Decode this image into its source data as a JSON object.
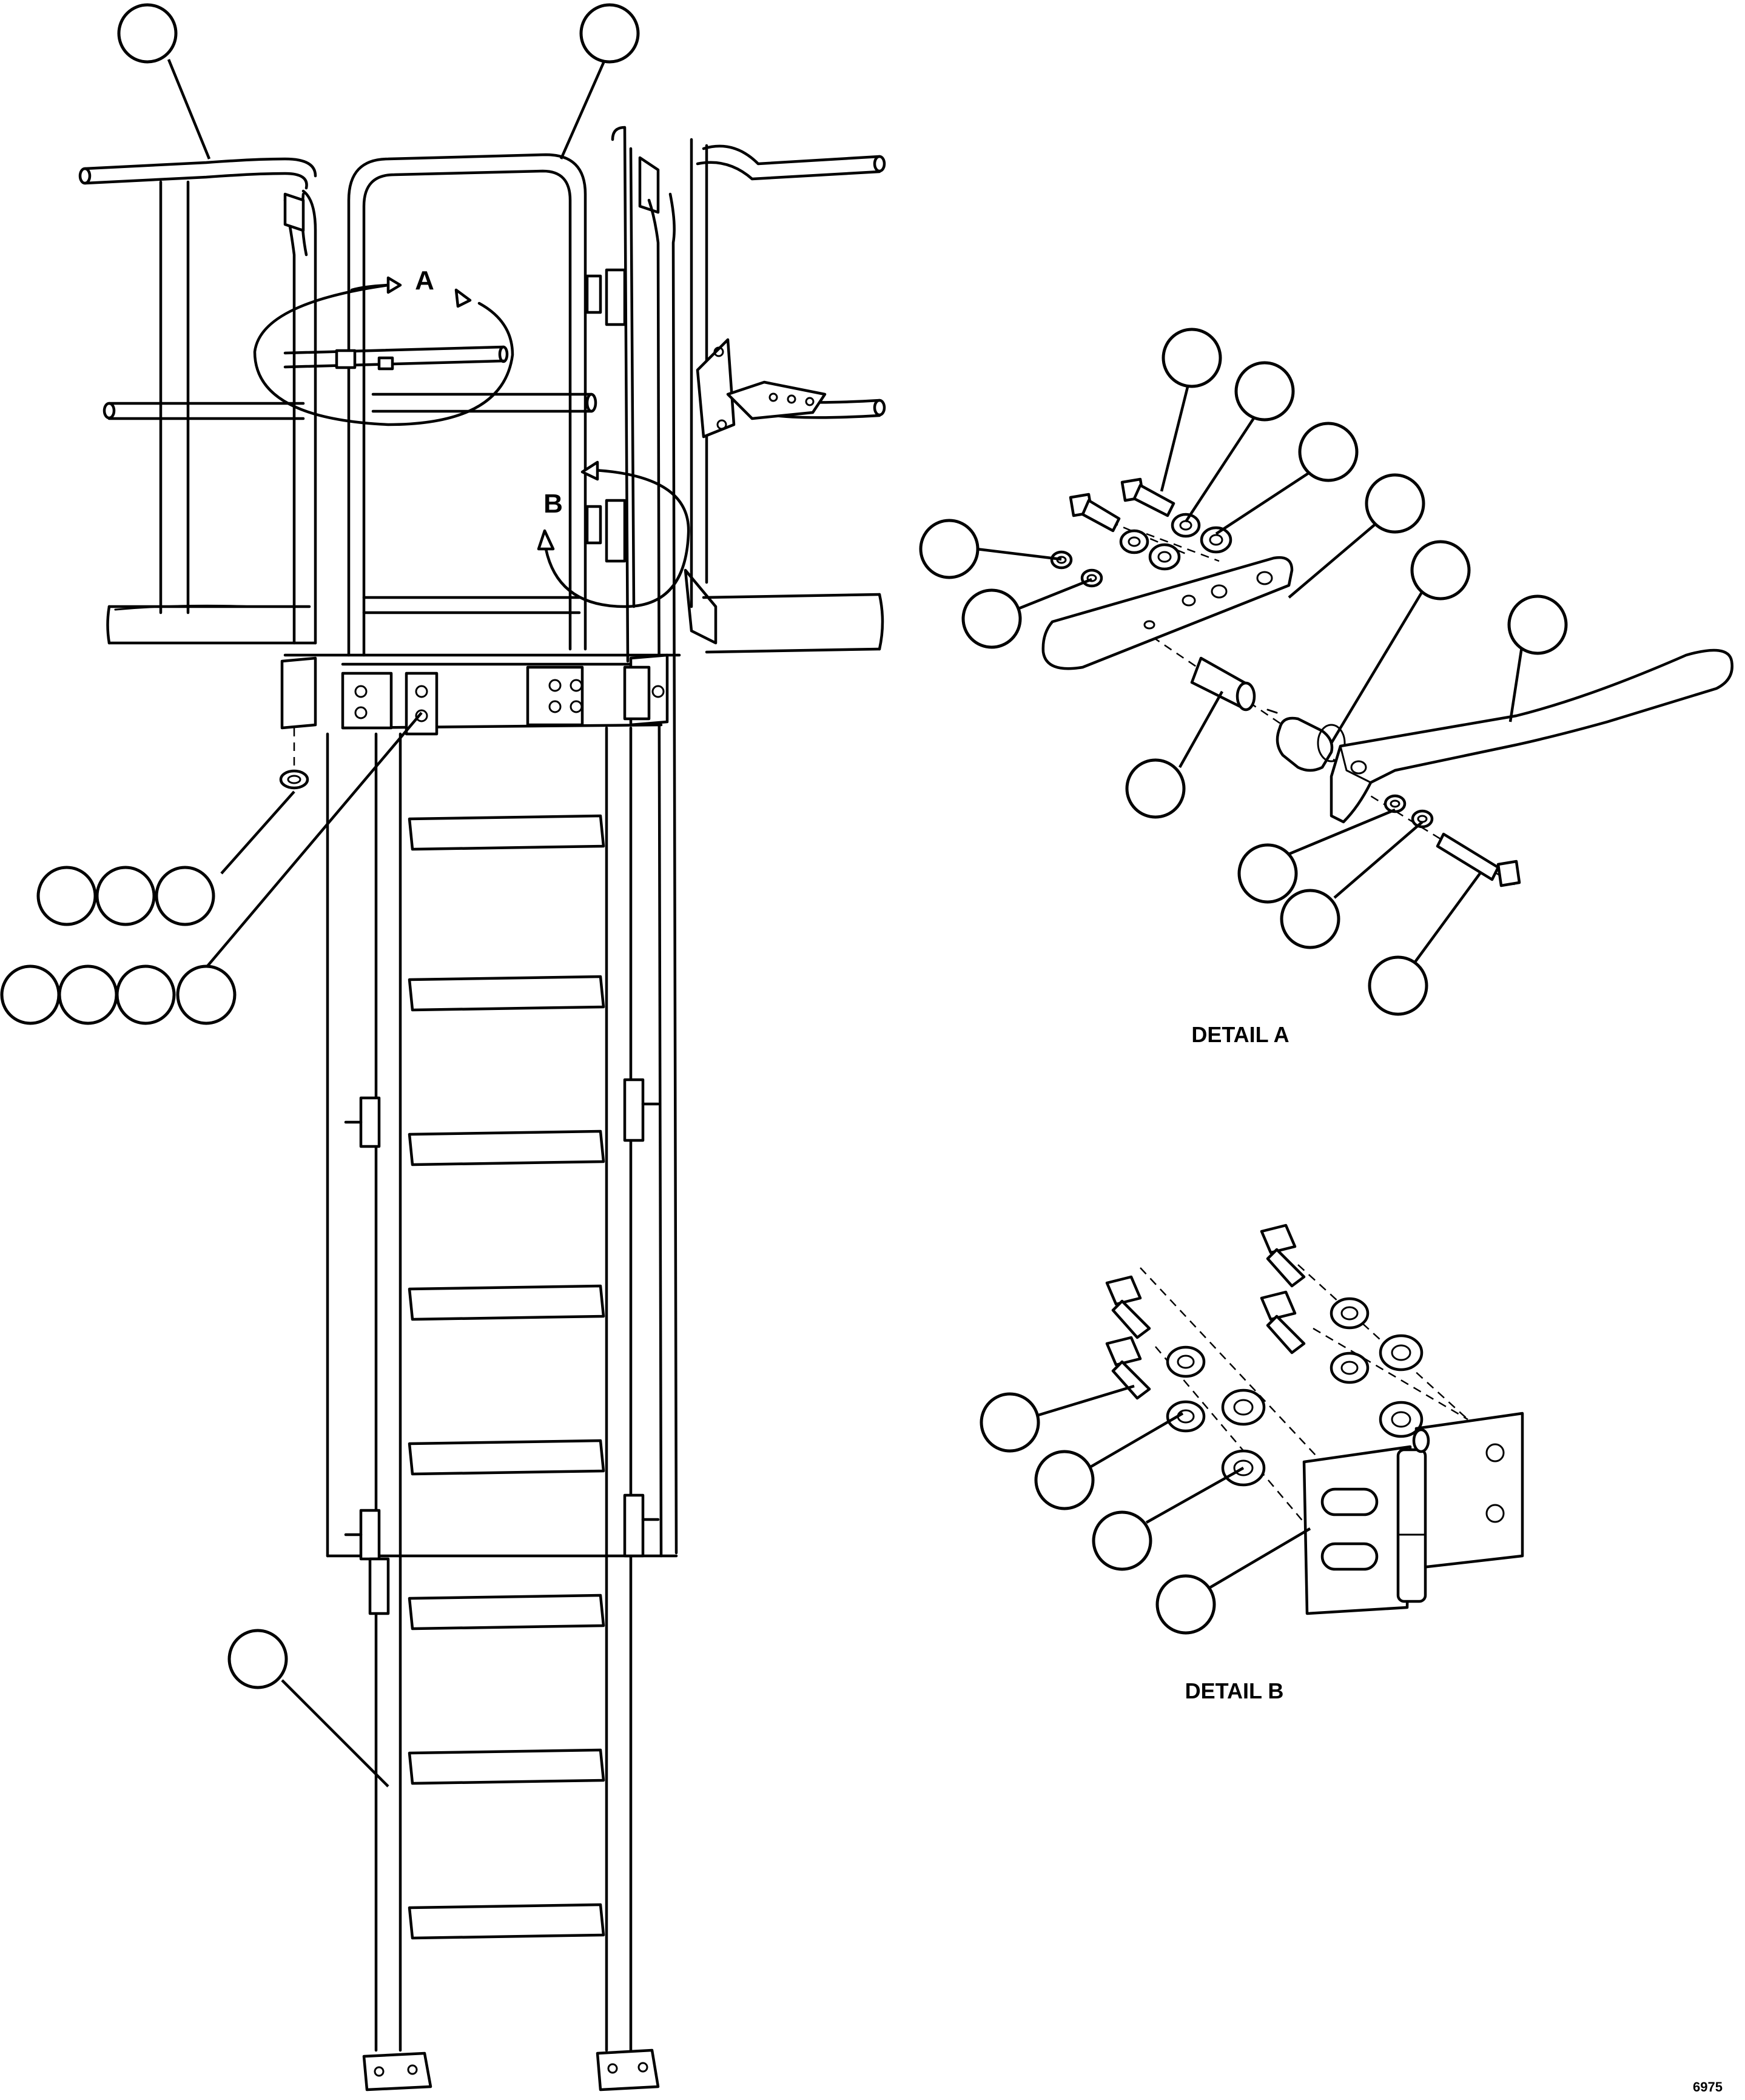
{
  "detail_refs": {
    "a": "A",
    "b": "B"
  },
  "detail_titles": {
    "a": "DETAIL A",
    "b": "DETAIL B"
  },
  "figure_id": "6975",
  "callouts_note": "Index-number callout circles are drawn empty in the original",
  "colors": {
    "line": "#000000",
    "background": "#ffffff"
  }
}
